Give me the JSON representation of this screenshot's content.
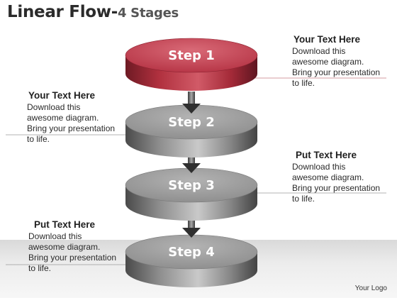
{
  "title": {
    "main": "Linear Flow",
    "separator": "-",
    "sub": "4 Stages"
  },
  "steps": [
    {
      "label": "Step 1",
      "color": "#c0404e"
    },
    {
      "label": "Step 2",
      "color": "#9a9a9a"
    },
    {
      "label": "Step 3",
      "color": "#9a9a9a"
    },
    {
      "label": "Step 4",
      "color": "#9a9a9a"
    }
  ],
  "notes": [
    {
      "heading": "Your Text Here",
      "body": "Download this awesome diagram. Bring your presentation to life."
    },
    {
      "heading": "Your Text Here",
      "body": "Download this awesome diagram. Bring your presentation to life."
    },
    {
      "heading": "Put Text Here",
      "body": "Download this awesome diagram. Bring your presentation to life."
    },
    {
      "heading": "Put Text Here",
      "body": "Download this awesome diagram. Bring your presentation to life."
    }
  ],
  "footer": {
    "logo": "Your Logo"
  }
}
